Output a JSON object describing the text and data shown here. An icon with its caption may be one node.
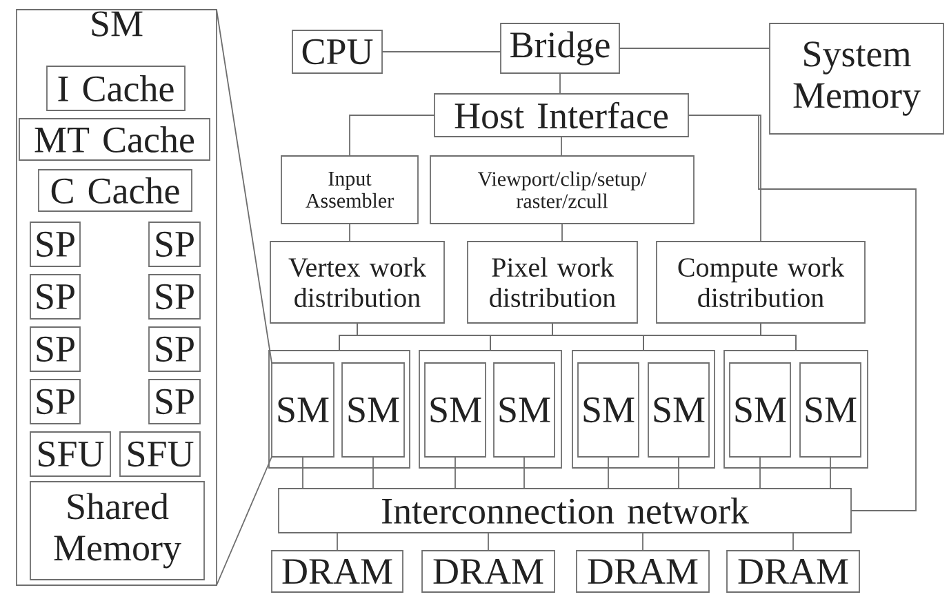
{
  "diagram": {
    "nodes": [
      {
        "text": [
          "SM"
        ]
      },
      {
        "text": [
          "I Cache"
        ],
        "in": 0
      },
      {
        "text": [
          "MT Cache"
        ],
        "in": 0
      },
      {
        "text": [
          "C Cache"
        ],
        "in": 0
      },
      {
        "text": [
          "SP"
        ],
        "in": 0
      },
      {
        "text": [
          "SP"
        ],
        "in": 0
      },
      {
        "text": [
          "SP"
        ],
        "in": 0
      },
      {
        "text": [
          "SP"
        ],
        "in": 0
      },
      {
        "text": [
          "SP"
        ],
        "in": 0
      },
      {
        "text": [
          "SP"
        ],
        "in": 0
      },
      {
        "text": [
          "SP"
        ],
        "in": 0
      },
      {
        "text": [
          "SP"
        ],
        "in": 0
      },
      {
        "text": [
          "SFU"
        ],
        "in": 0
      },
      {
        "text": [
          "SFU"
        ],
        "in": 0
      },
      {
        "text": [
          "Shared Memory"
        ],
        "in": 0
      },
      {
        "text": [
          "CPU"
        ]
      },
      {
        "text": [
          "Bridge"
        ]
      },
      {
        "text": [
          "System Memory"
        ]
      },
      {
        "text": [
          "Host Interface"
        ]
      },
      {
        "text": [
          "Input Assembler"
        ]
      },
      {
        "text": [
          "Viewport/clip/setup/ raster/zcull"
        ]
      },
      {
        "text": [
          "Vertex work distribution"
        ]
      },
      {
        "text": [
          "Pixel work distribution"
        ]
      },
      {
        "text": [
          "Compute work distribution"
        ]
      },
      {
        "text": [],
        "shape": "box"
      },
      {
        "text": [],
        "shape": "box"
      },
      {
        "text": [],
        "shape": "box"
      },
      {
        "text": [],
        "shape": "box"
      },
      {
        "text": [
          "SM"
        ],
        "in": 24
      },
      {
        "text": [
          "SM"
        ],
        "in": 24
      },
      {
        "text": [
          "SM"
        ],
        "in": 25
      },
      {
        "text": [
          "SM"
        ],
        "in": 25
      },
      {
        "text": [
          "SM"
        ],
        "in": 26
      },
      {
        "text": [
          "SM"
        ],
        "in": 26
      },
      {
        "text": [
          "SM"
        ],
        "in": 27
      },
      {
        "text": [
          "SM"
        ],
        "in": 27
      },
      {
        "text": [
          "Interconnection network"
        ]
      },
      {
        "text": [
          "DRAM"
        ]
      },
      {
        "text": [
          "DRAM"
        ]
      },
      {
        "text": [
          "DRAM"
        ]
      },
      {
        "text": [
          "DRAM"
        ]
      }
    ],
    "edges": [
      {
        "from": 15,
        "to": 16,
        "arrow": "none"
      },
      {
        "from": 16,
        "to": 17,
        "arrow": "none"
      },
      {
        "from": 16,
        "to": 18,
        "arrow": "none"
      },
      {
        "from": 18,
        "to": 19,
        "arrow": "none"
      },
      {
        "from": 18,
        "to": 20,
        "arrow": "none"
      },
      {
        "from": 18,
        "to": 23,
        "arrow": "none"
      },
      {
        "from": 18,
        "to": 36,
        "arrow": "none"
      },
      {
        "from": 19,
        "to": 21,
        "arrow": "none"
      },
      {
        "from": 20,
        "to": 22,
        "arrow": "none"
      },
      {
        "from": 21,
        "to": 24,
        "arrow": "none"
      },
      {
        "from": 21,
        "to": 25,
        "arrow": "none"
      },
      {
        "from": 21,
        "to": 26,
        "arrow": "none"
      },
      {
        "from": 21,
        "to": 27,
        "arrow": "none"
      },
      {
        "from": 22,
        "to": 24,
        "arrow": "none"
      },
      {
        "from": 22,
        "to": 25,
        "arrow": "none"
      },
      {
        "from": 22,
        "to": 26,
        "arrow": "none"
      },
      {
        "from": 22,
        "to": 27,
        "arrow": "none"
      },
      {
        "from": 23,
        "to": 24,
        "arrow": "none"
      },
      {
        "from": 23,
        "to": 25,
        "arrow": "none"
      },
      {
        "from": 23,
        "to": 26,
        "arrow": "none"
      },
      {
        "from": 23,
        "to": 27,
        "arrow": "none"
      },
      {
        "from": 28,
        "to": 36,
        "arrow": "none"
      },
      {
        "from": 29,
        "to": 36,
        "arrow": "none"
      },
      {
        "from": 30,
        "to": 36,
        "arrow": "none"
      },
      {
        "from": 31,
        "to": 36,
        "arrow": "none"
      },
      {
        "from": 32,
        "to": 36,
        "arrow": "none"
      },
      {
        "from": 33,
        "to": 36,
        "arrow": "none"
      },
      {
        "from": 34,
        "to": 36,
        "arrow": "none"
      },
      {
        "from": 35,
        "to": 36,
        "arrow": "none"
      },
      {
        "from": 36,
        "to": 37,
        "arrow": "none"
      },
      {
        "from": 36,
        "to": 38,
        "arrow": "none"
      },
      {
        "from": 36,
        "to": 39,
        "arrow": "none"
      },
      {
        "from": 36,
        "to": 40,
        "arrow": "none"
      },
      {
        "from": 0,
        "to": 28,
        "arrow": "none"
      },
      {
        "from": 0,
        "to": 28,
        "arrow": "none"
      }
    ]
  }
}
